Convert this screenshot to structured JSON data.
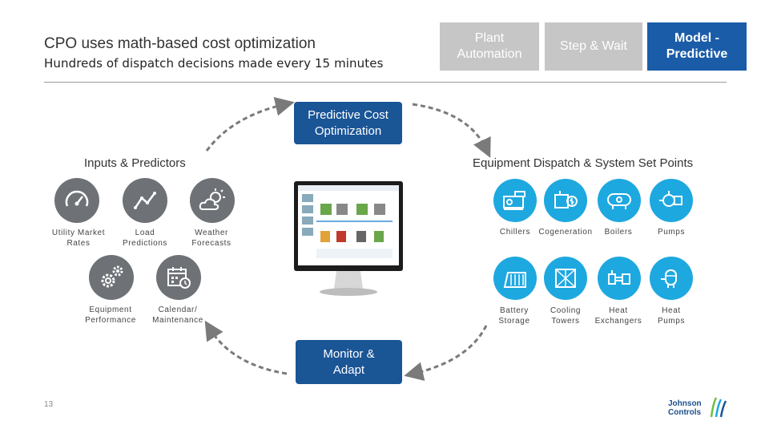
{
  "header": {
    "title": "CPO uses math-based cost optimization",
    "subtitle": "Hundreds of dispatch decisions made every 15 minutes"
  },
  "steps": {
    "plant": "Plant\nAutomation",
    "step": "Step & Wait",
    "model": "Model -\nPredictive"
  },
  "cycle": {
    "top": "Predictive Cost\nOptimization",
    "bottom": "Monitor &\nAdapt"
  },
  "inputs": {
    "heading": "Inputs & Predictors",
    "items": [
      {
        "label": "Utility Market\nRates",
        "icon": "gauge-icon"
      },
      {
        "label": "Load\nPredictions",
        "icon": "line-chart-icon"
      },
      {
        "label": "Weather\nForecasts",
        "icon": "weather-icon"
      },
      {
        "label": "Equipment\nPerformance",
        "icon": "gears-icon"
      },
      {
        "label": "Calendar/\nMaintenance",
        "icon": "calendar-icon"
      }
    ]
  },
  "dispatch": {
    "heading": "Equipment Dispatch & System Set Points",
    "items": [
      {
        "label": "Chillers",
        "icon": "chiller-icon"
      },
      {
        "label": "Cogeneration",
        "icon": "cogeneration-icon"
      },
      {
        "label": "Boilers",
        "icon": "boiler-icon"
      },
      {
        "label": "Pumps",
        "icon": "pump-icon"
      },
      {
        "label": "Battery\nStorage",
        "icon": "battery-storage-icon"
      },
      {
        "label": "Cooling\nTowers",
        "icon": "cooling-tower-icon"
      },
      {
        "label": "Heat\nExchangers",
        "icon": "heat-exchanger-icon"
      },
      {
        "label": "Heat\nPumps",
        "icon": "heat-pump-icon"
      }
    ]
  },
  "footer": {
    "page_number": "13",
    "logo_text": "Johnson\nControls"
  },
  "colors": {
    "accent_blue": "#1a5596",
    "icon_blue": "#1ea8e0",
    "icon_gray": "#6e7176",
    "inactive_step": "#c6c6c6"
  }
}
